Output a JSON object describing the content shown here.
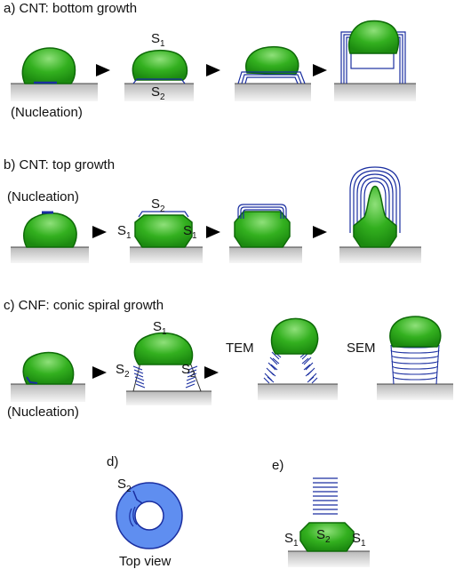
{
  "colors": {
    "particle_fill": "#27a418",
    "particle_highlight": "#8fe07a",
    "particle_stroke": "#0e6a08",
    "tube_line": "#1a2ea0",
    "substrate_top": "#b8b8b8",
    "substrate_bottom": "#f6f6f6",
    "ring_fill": "#5f8ef0",
    "arrow": "#000000"
  },
  "panels": {
    "a": {
      "heading": "a)   CNT: bottom growth",
      "nucleation": "(Nucleation)",
      "s1": "S",
      "s1_sub": "1",
      "s2": "S",
      "s2_sub": "2"
    },
    "b": {
      "heading": "b)   CNT: top growth",
      "nucleation": "(Nucleation)",
      "s1": "S",
      "s1_sub": "1",
      "s2": "S",
      "s2_sub": "2"
    },
    "c": {
      "heading": "c)   CNF: conic spiral growth",
      "nucleation": "(Nucleation)",
      "s1": "S",
      "s1_sub": "1",
      "s2": "S",
      "s2_sub": "2",
      "tem": "TEM",
      "sem": "SEM"
    },
    "d": {
      "heading": "d)",
      "s2": "S",
      "s2_sub": "2",
      "caption": "Top view"
    },
    "e": {
      "heading": "e)",
      "s1": "S",
      "s1_sub": "1",
      "s2": "S",
      "s2_sub": "2"
    }
  },
  "icons": [
    "arrow-right-icon"
  ]
}
